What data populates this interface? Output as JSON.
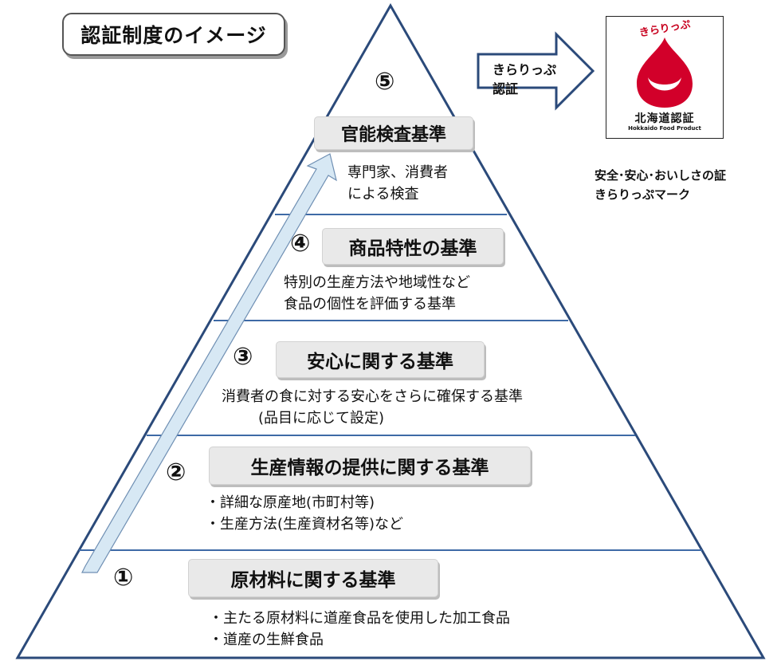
{
  "title": "認証制度のイメージ",
  "levels": [
    {
      "number": "⑤",
      "heading": "官能検査基準",
      "desc": [
        "専門家、消費者",
        "による検査"
      ]
    },
    {
      "number": "④",
      "heading": "商品特性の基準",
      "desc": [
        "特別の生産方法や地域性など",
        "食品の個性を評価する基準"
      ]
    },
    {
      "number": "③",
      "heading": "安心に関する基準",
      "desc": [
        "消費者の食に対する安心をさらに確保する基準",
        "(品目に応じて設定)"
      ]
    },
    {
      "number": "②",
      "heading": "生産情報の提供に関する基準",
      "desc": [
        "・詳細な原産地(市町村等)",
        "・生産方法(生産資材名等)など"
      ]
    },
    {
      "number": "①",
      "heading": "原材料に関する基準",
      "desc": [
        "・主たる原材料に道産食品を使用した加工食品",
        "・道産の生鮮食品"
      ]
    }
  ],
  "arrow_label": [
    "きらりっぷ",
    "認証"
  ],
  "logo": {
    "brand": "きらりっぷ",
    "main": "北海道認証",
    "sub": "Hokkaido Food Product"
  },
  "slogan": [
    "安全･安心･おいしさの証",
    "きらりっぷマーク"
  ],
  "colors": {
    "pyramid_outline": "#2b4a7a",
    "divider": "#3e6aa6",
    "logo_red": "#d2002a",
    "up_arrow": "#d7e8f4"
  }
}
